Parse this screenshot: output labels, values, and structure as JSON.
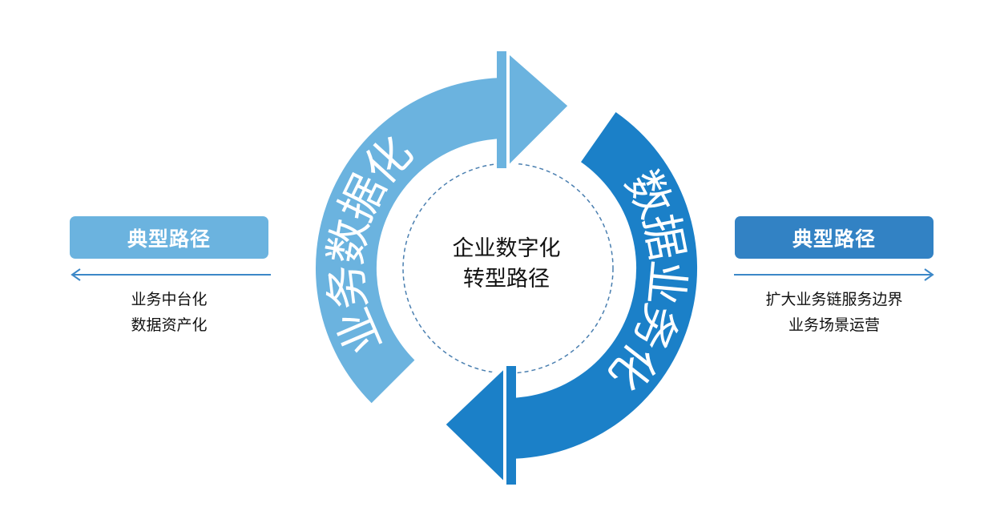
{
  "colors": {
    "light_blue": "#6bb3df",
    "dark_blue": "#1b80c8",
    "right_box": "#3282c4",
    "dashed": "#4a7fb0"
  },
  "left": {
    "box_label": "典型路径",
    "lines": [
      "业务中台化",
      "数据资产化"
    ],
    "arrow_direction": "left"
  },
  "right": {
    "box_label": "典型路径",
    "lines": [
      "扩大业务链服务边界",
      "业务场景运营"
    ],
    "arrow_direction": "right"
  },
  "cycle": {
    "light_arrow_label": "业务数据化",
    "dark_arrow_label": "数据业务化",
    "center_lines": [
      "企业数字化",
      "转型路径"
    ]
  }
}
